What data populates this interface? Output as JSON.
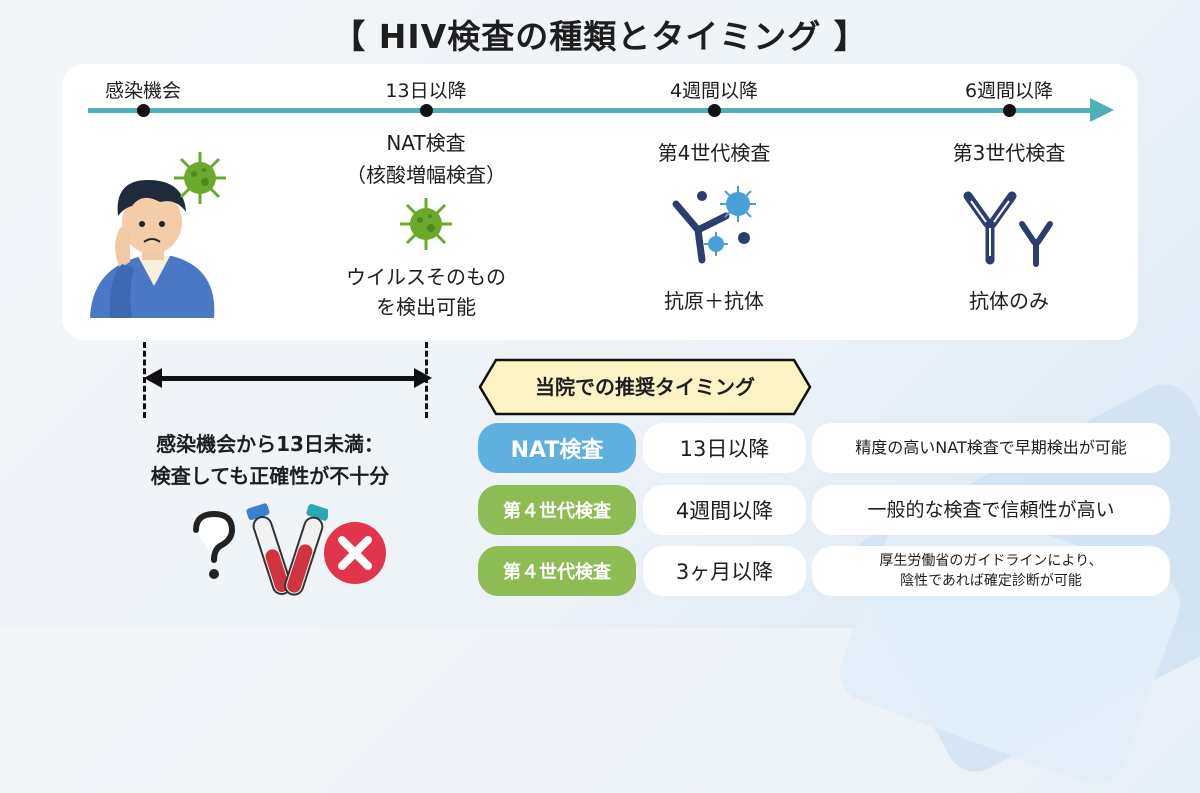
{
  "title": "【 HIV検査の種類とタイミング 】",
  "timeline": [
    {
      "label": "感染機会"
    },
    {
      "label": "13日以降",
      "test_name": "NAT検査",
      "test_sub": "（核酸増幅検査）",
      "icon": "virus-icon",
      "detect_line1": "ウイルスそのもの",
      "detect_line2": "を検出可能"
    },
    {
      "label": "4週間以降",
      "test_name": "第4世代検査",
      "icon": "antigen-antibody-icon",
      "detect": "抗原＋抗体"
    },
    {
      "label": "6週間以降",
      "test_name": "第3世代検査",
      "icon": "antibody-icon",
      "detect": "抗体のみ"
    }
  ],
  "early_note": {
    "line1": "感染機会から13日未満：",
    "line2": "検査しても正確性が不十分"
  },
  "recommend": {
    "label": "当院での推奨タイミング",
    "rows": [
      {
        "name": "NAT検査",
        "when": "13日以降",
        "desc": "精度の高いNAT検査で早期検出が可能"
      },
      {
        "name": "第４世代検査",
        "when": "4週間以降",
        "desc": "一般的な検査で信頼性が高い"
      },
      {
        "name": "第４世代検査",
        "when": "3ヶ月以降",
        "desc_line1": "厚生労働省のガイドラインにより、",
        "desc_line2": "陰性であれば確定診断が可能"
      }
    ]
  },
  "colors": {
    "accent_teal": "#4fb0b8",
    "nat_blue": "#5fb0df",
    "gen4_green": "#8dbb54",
    "virus_green": "#6aaa2a",
    "antibody_navy": "#2c3e6e",
    "cross_red": "#e2344a"
  }
}
